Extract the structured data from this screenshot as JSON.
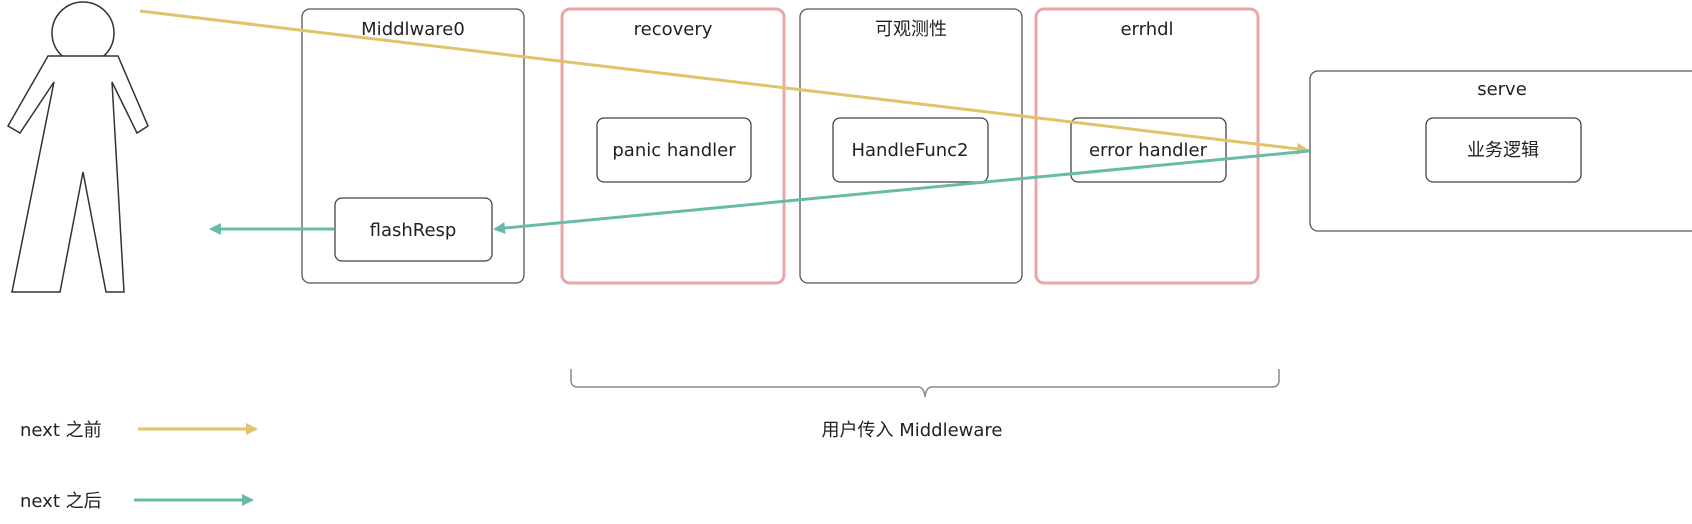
{
  "colors": {
    "before_next": "#e0c36a",
    "after_next": "#66bca9",
    "highlight_border": "#e8a6a6"
  },
  "containers": {
    "middleware0": {
      "title": "Middlware0",
      "inner": "flashResp"
    },
    "recovery": {
      "title": "recovery",
      "inner": "panic handler"
    },
    "observability": {
      "title": "可观测性",
      "inner": "HandleFunc2"
    },
    "errhdl": {
      "title": "errhdl",
      "inner": "error handler"
    },
    "serve": {
      "title": "serve",
      "inner": "业务逻辑"
    }
  },
  "brace_label": "用户传入 Middleware",
  "legend": {
    "before": "next 之前",
    "after": "next 之后"
  }
}
